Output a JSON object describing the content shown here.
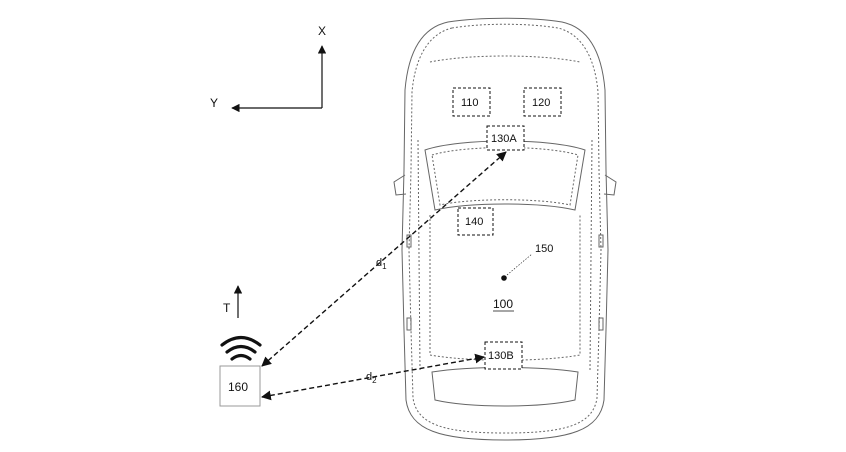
{
  "axes": {
    "x": "X",
    "y": "Y",
    "t": "T"
  },
  "components": {
    "c110": "110",
    "c120": "120",
    "c130a": "130A",
    "c130b": "130B",
    "c140": "140",
    "c160": "160"
  },
  "references": {
    "vehicle": "100",
    "center": "150"
  },
  "distances": {
    "d1": "d",
    "d1_sub": "1",
    "d2": "d",
    "d2_sub": "2"
  },
  "icons": {
    "wireless": "wifi-signal-icon"
  },
  "colors": {
    "line": "#1a1a1a",
    "car_line": "#555555"
  }
}
